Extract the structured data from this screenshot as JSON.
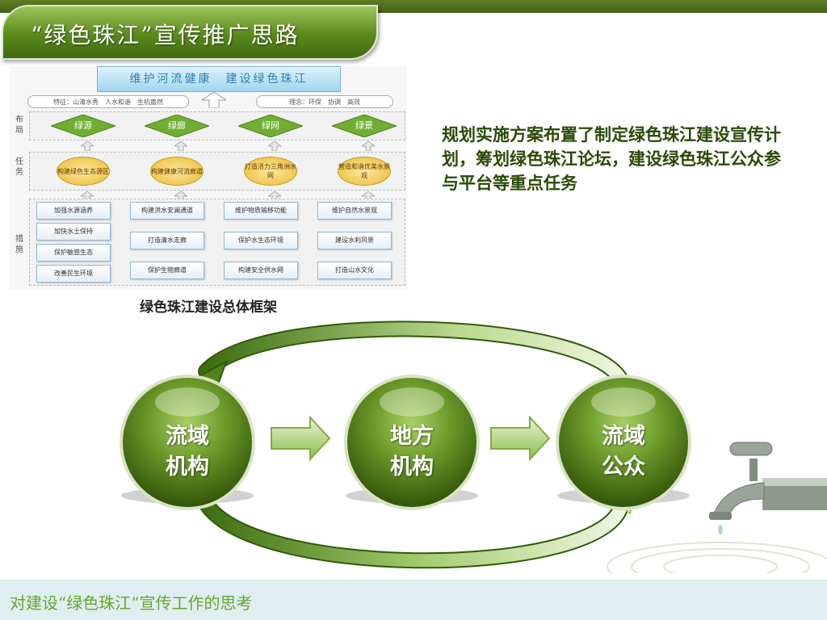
{
  "slide": {
    "title": "“绿色珠江”宣传推广思路",
    "footer": "对建设“绿色珠江”宣传工作的思考",
    "body": "规划实施方案布置了制定绿色珠江建设宣传计划，筹划绿色珠江论坛，建设绿色珠江公众参与平台等重点任务"
  },
  "framework": {
    "banner": "维护河流健康　建设绿色珠江",
    "traits": "特征：山清水秀　人水和谐　生机盎然",
    "concept": "理念：环保　协调　高效",
    "side_labels": {
      "layout": "布局",
      "tasks": "任务",
      "measures": "措施"
    },
    "layout": [
      "绿源",
      "绿廊",
      "绿网",
      "绿景"
    ],
    "tasks": [
      "构建绿色生态源区",
      "构建健康河流廊道",
      "打造活力三角洲水网",
      "营造和谐优美水景观"
    ],
    "measures": [
      [
        "加强水源涵养",
        "加快水土保持",
        "保护敏感生态",
        "改善民生环境"
      ],
      [
        "构建洪水安澜通道",
        "打造清水走廊",
        "保护生物廊道"
      ],
      [
        "维护物质输移功能",
        "保护水生态环境",
        "构建安全供水网"
      ],
      [
        "维护自然水景观",
        "建设水利风景",
        "打造山水文化"
      ]
    ],
    "caption": "绿色珠江建设总体框架"
  },
  "cycle": {
    "nodes": [
      {
        "line1": "流域",
        "line2": "机构"
      },
      {
        "line1": "地方",
        "line2": "机构"
      },
      {
        "line1": "流域",
        "line2": "公众"
      }
    ]
  },
  "colors": {
    "accent": "#5a8a1c",
    "text_dark_green": "#2a4a06",
    "footer_text": "#6aa629"
  }
}
